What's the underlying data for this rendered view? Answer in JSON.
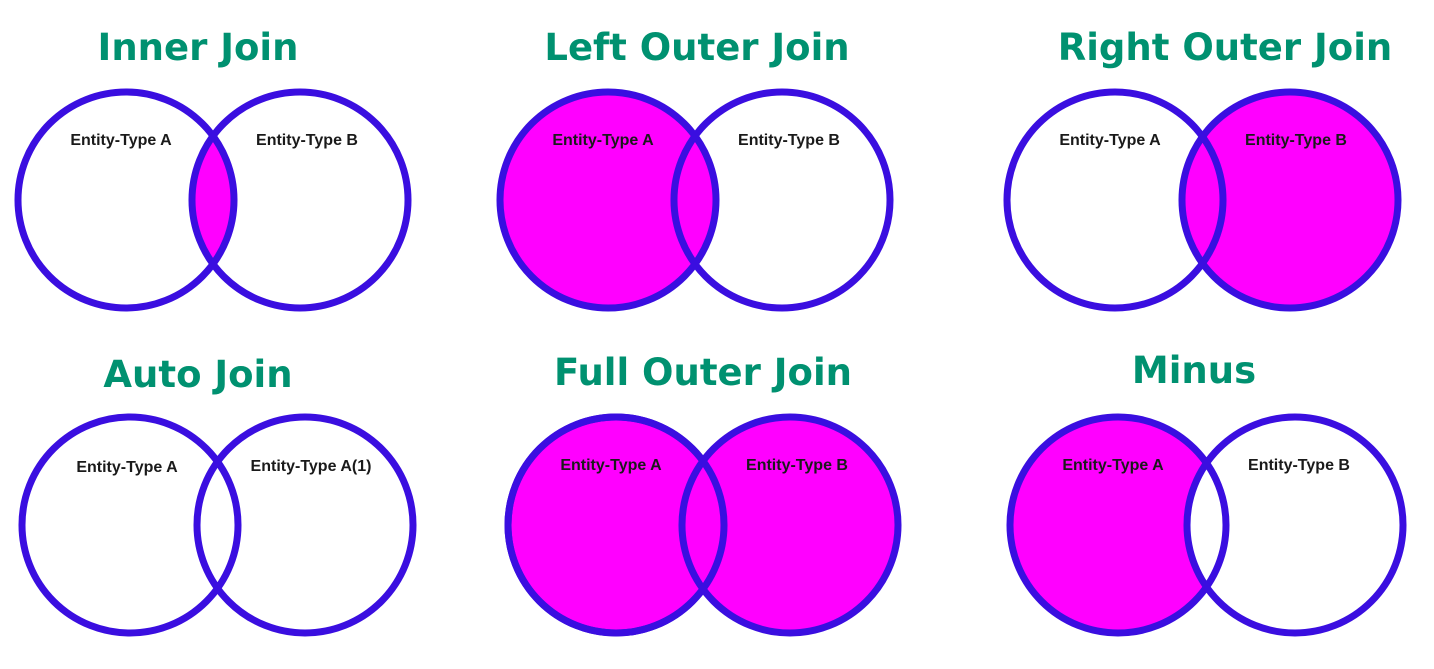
{
  "colors": {
    "title": "#009170",
    "ring": "#3a0ee0",
    "fill": "#ff00ff",
    "background": "#ffffff"
  },
  "panels": [
    {
      "title": "Inner Join",
      "left_label": "Entity-Type A",
      "right_label": "Entity-Type B",
      "shaded": "intersection"
    },
    {
      "title": "Left Outer Join",
      "left_label": "Entity-Type A",
      "right_label": "Entity-Type B",
      "shaded": "left"
    },
    {
      "title": "Right Outer Join",
      "left_label": "Entity-Type A",
      "right_label": "Entity-Type B",
      "shaded": "right"
    },
    {
      "title": "Auto Join",
      "left_label": "Entity-Type A",
      "right_label": "Entity-Type A(1)",
      "shaded": "none"
    },
    {
      "title": "Full Outer Join",
      "left_label": "Entity-Type A",
      "right_label": "Entity-Type B",
      "shaded": "both"
    },
    {
      "title": "Minus",
      "left_label": "Entity-Type A",
      "right_label": "Entity-Type B",
      "shaded": "left-only"
    }
  ]
}
